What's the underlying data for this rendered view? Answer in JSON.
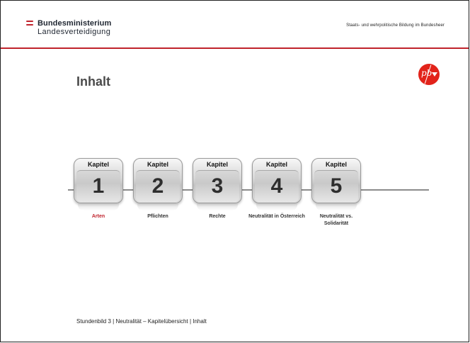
{
  "header": {
    "org_line1": "Bundesministerium",
    "org_line2": "Landesverteidigung",
    "right_text": "Staats- und wehrpolitische Bildung im Bundesheer",
    "logo_text": "pb"
  },
  "title": "Inhalt",
  "chapters": [
    {
      "label": "Kapitel",
      "number": "1",
      "caption": "Arten",
      "active": true
    },
    {
      "label": "Kapitel",
      "number": "2",
      "caption": "Pflichten",
      "active": false
    },
    {
      "label": "Kapitel",
      "number": "3",
      "caption": "Rechte",
      "active": false
    },
    {
      "label": "Kapitel",
      "number": "4",
      "caption": "Neutralität in Österreich",
      "active": false
    },
    {
      "label": "Kapitel",
      "number": "5",
      "caption": "Neutralität vs. Solidarität",
      "active": false
    }
  ],
  "footer": "Stundenbild 3 | Neutralität – Kapitelübersicht | Inhalt",
  "colors": {
    "accent": "#c0232c",
    "logo_red": "#e2231a",
    "rail_gray": "#8c8c8c"
  }
}
